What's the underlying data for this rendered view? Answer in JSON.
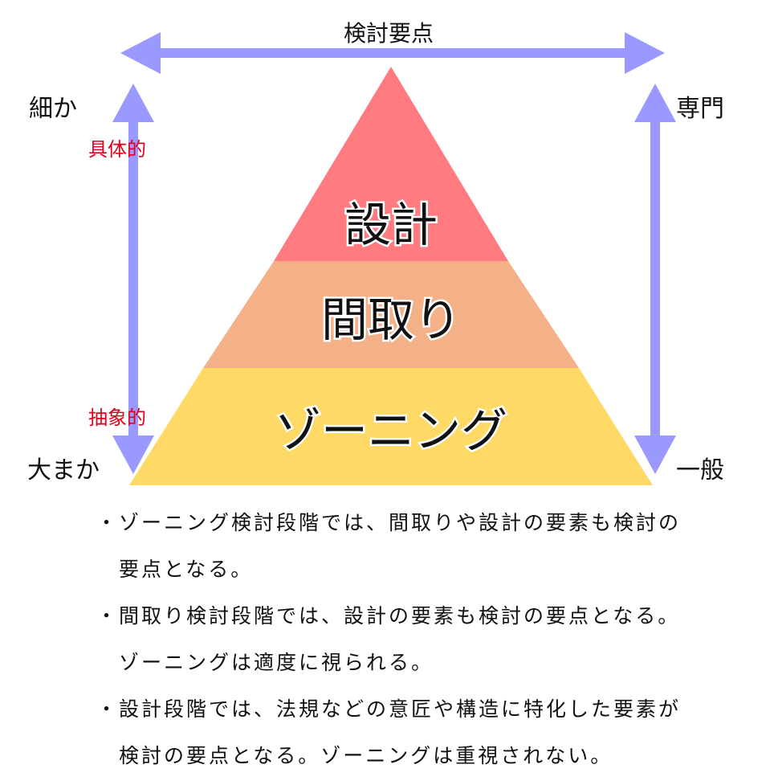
{
  "diagram": {
    "top_label": "検討要点",
    "left_top": "細か",
    "left_bottom": "大まか",
    "left_top_sub": "具体的",
    "left_bottom_sub": "抽象的",
    "right_top": "専門",
    "right_bottom": "一般",
    "tiers": [
      {
        "label": "設計",
        "color": "#ff7b80"
      },
      {
        "label": "間取り",
        "color": "#f4b187"
      },
      {
        "label": "ゾーニング",
        "color": "#ffd966"
      }
    ],
    "arrow_color": "#9999ff",
    "accent_red": "#e0001b"
  },
  "notes": [
    {
      "bullet": "・",
      "line1": "ゾーニング検討段階では、間取りや設計の要素も検討の",
      "line2": "要点となる。"
    },
    {
      "bullet": "・",
      "line1": "間取り検討段階では、設計の要素も検討の要点となる。",
      "line2": "ゾーニングは適度に視られる。"
    },
    {
      "bullet": "・",
      "line1": "設計段階では、法規などの意匠や構造に特化した要素が",
      "line2": "検討の要点となる。ゾーニングは重視されない。"
    }
  ]
}
